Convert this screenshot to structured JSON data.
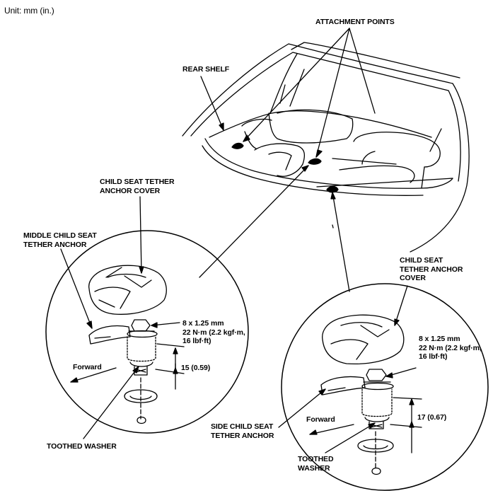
{
  "unit_label": "Unit: mm (in.)",
  "labels": {
    "attachment_points": "ATTACHMENT POINTS",
    "rear_shelf": "REAR SHELF",
    "cover_left": [
      "CHILD SEAT TETHER",
      "ANCHOR COVER"
    ],
    "middle_anchor": [
      "MIDDLE CHILD SEAT",
      "TETHER ANCHOR"
    ],
    "spec_left": [
      "8 x 1.25 mm",
      "22 N·m (2.2 kgf·m,",
      "16 lbf·ft)"
    ],
    "forward_left": "Forward",
    "dim_left": "15 (0.59)",
    "toothed_washer_left": "TOOTHED WASHER",
    "cover_right": [
      "CHILD SEAT",
      "TETHER ANCHOR",
      "COVER"
    ],
    "spec_right": [
      "8 x 1.25 mm",
      "22 N·m (2.2 kgf·m,",
      "16 lbf·ft)"
    ],
    "forward_right": "Forward",
    "dim_right": "17 (0.67)",
    "side_anchor": [
      "SIDE CHILD SEAT",
      "TETHER ANCHOR"
    ],
    "toothed_washer_right": [
      "TOOTHED",
      "WASHER"
    ]
  }
}
